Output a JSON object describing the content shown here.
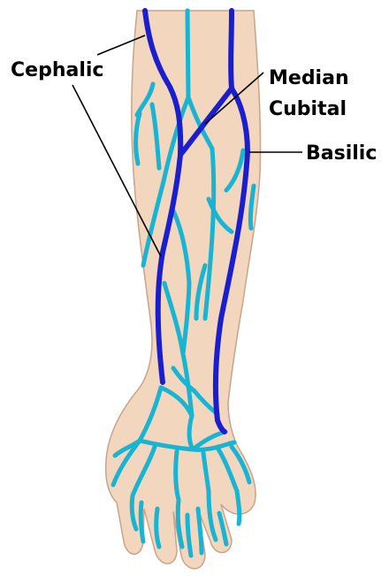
{
  "labels": {
    "cephalic": "Cephalic",
    "median_line1": "Median",
    "median_line2": "Cubital",
    "basilic": "Basilic"
  },
  "colors": {
    "skin": "#F2D6BD",
    "skin_outline": "#C9A48A",
    "deep_vein": "#1A1ECC",
    "superficial_vein": "#19B4D2",
    "leader_line": "#000000"
  }
}
